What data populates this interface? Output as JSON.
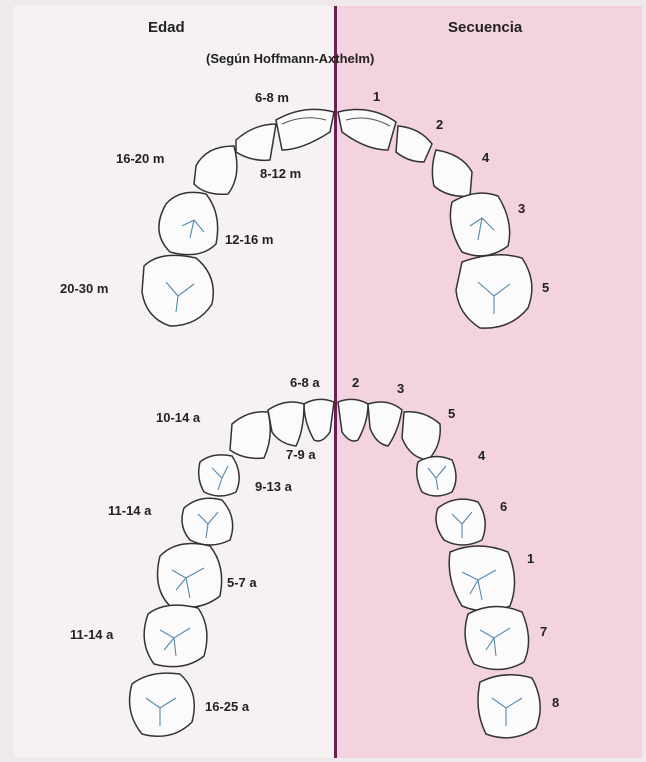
{
  "header": {
    "left_title": "Edad",
    "right_title": "Secuencia",
    "subtitle": "(Según Hoffmann-Axthelm)"
  },
  "upper_arch": {
    "ages": [
      "6-8 m",
      "8-12 m",
      "16-20 m",
      "12-16 m",
      "20-30 m"
    ],
    "sequence": [
      "1",
      "2",
      "4",
      "3",
      "5"
    ]
  },
  "lower_arch": {
    "ages": [
      "6-8 a",
      "7-9 a",
      "10-14 a",
      "9-13 a",
      "11-14 a",
      "5-7 a",
      "11-14 a",
      "16-25 a"
    ],
    "sequence": [
      "2",
      "3",
      "5",
      "4",
      "6",
      "1",
      "7",
      "8"
    ]
  },
  "colors": {
    "left_background": "#f6f1f3",
    "right_background": "#f3d3df",
    "divider": "#6b1f4e",
    "fissure": "#5588aa"
  }
}
